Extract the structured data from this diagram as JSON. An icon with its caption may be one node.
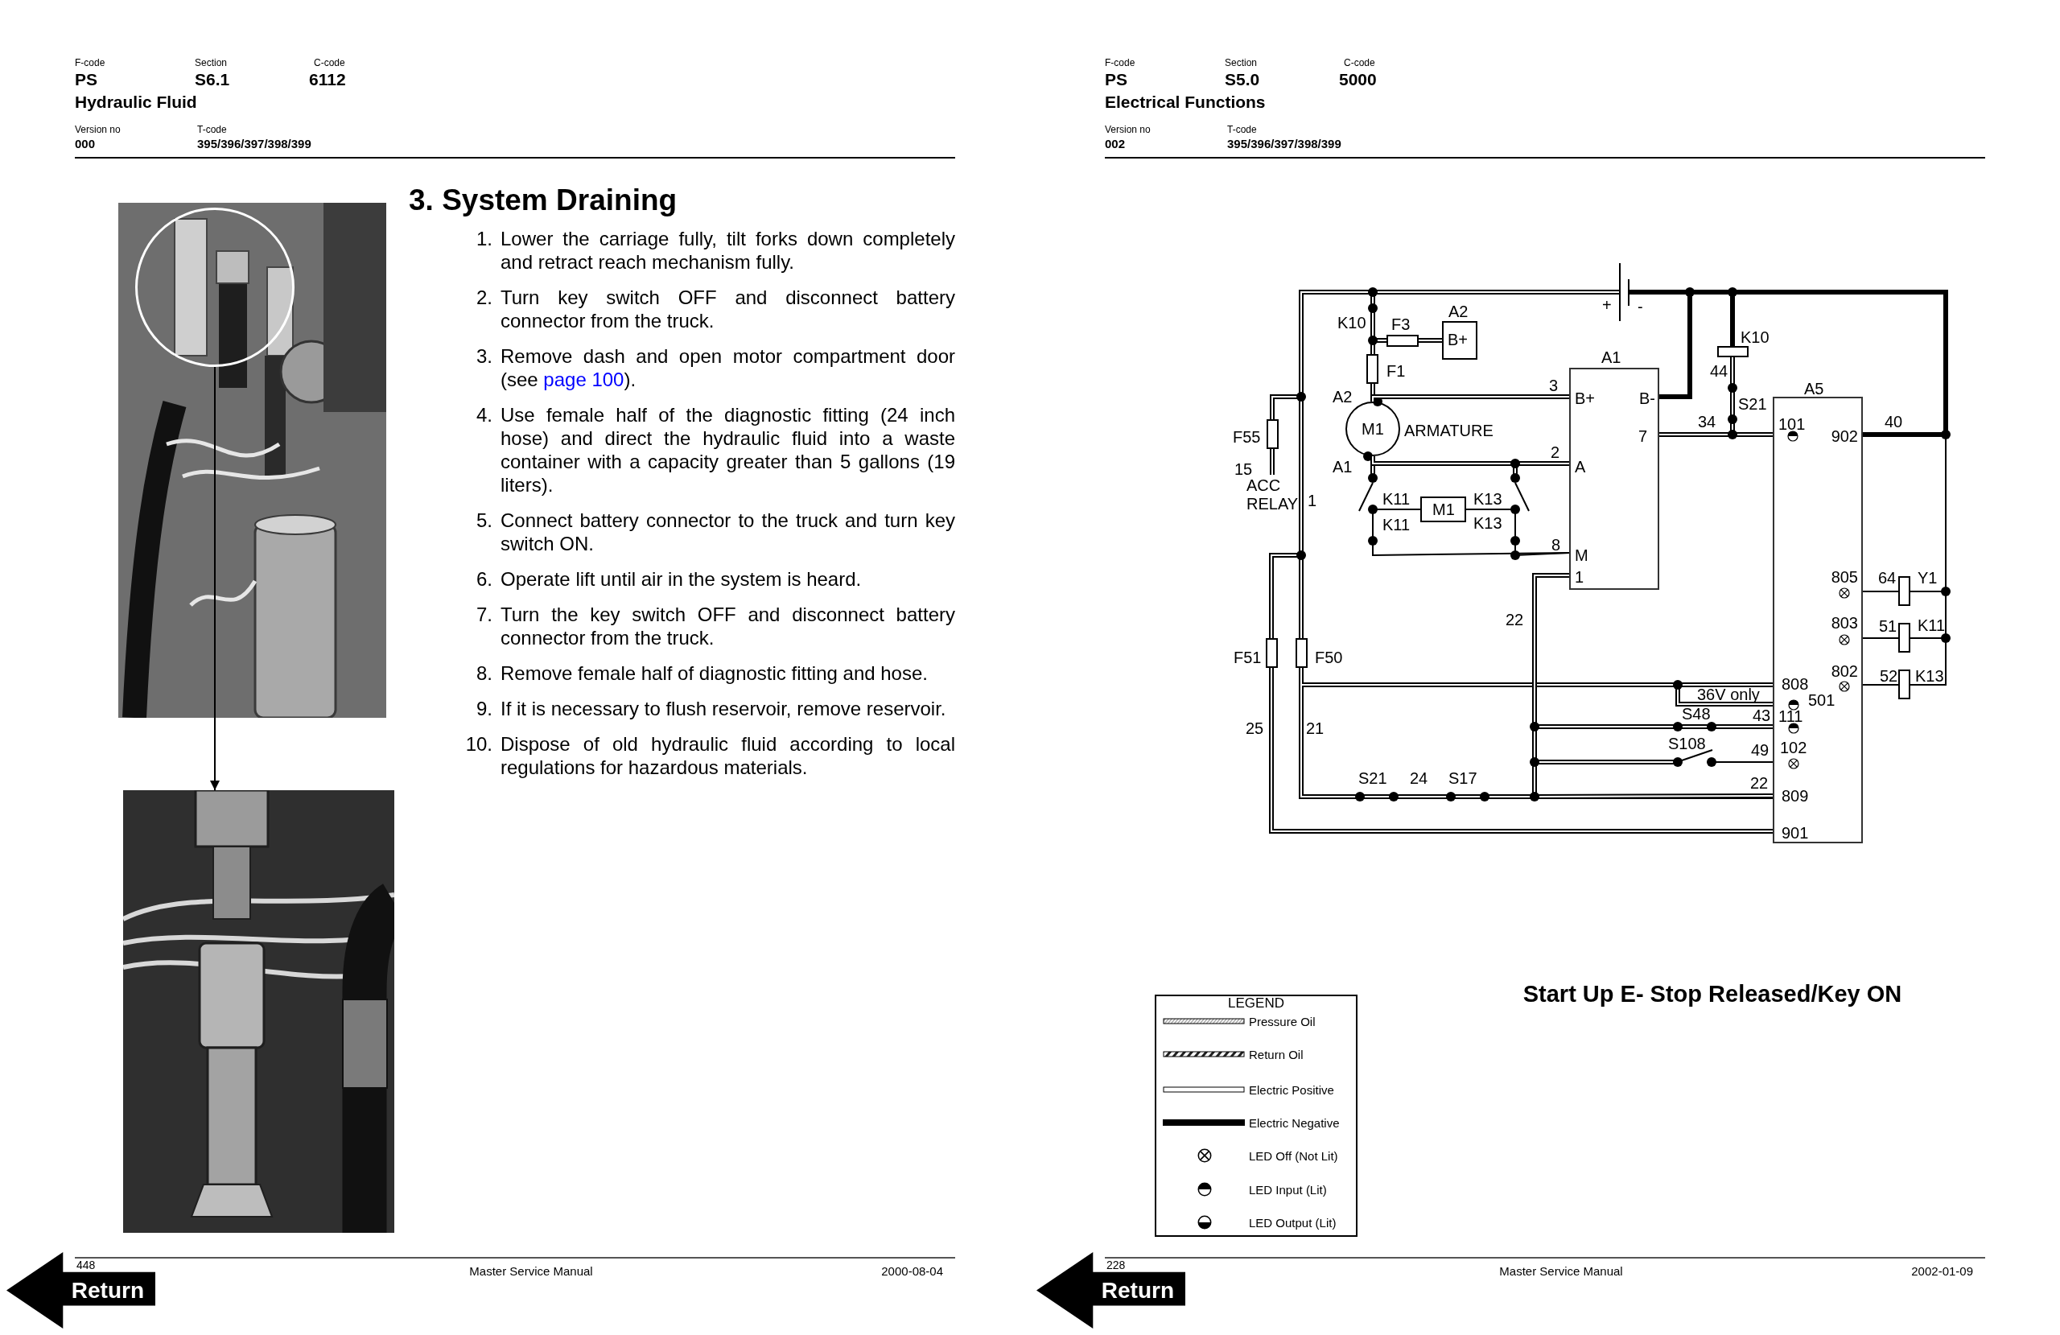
{
  "diagram": {
    "nodes": [
      {
        "text": [],
        "shape": "picture"
      },
      {
        "text": [],
        "shape": "circle",
        "in": 0
      },
      {
        "text": [],
        "shape": "picture"
      },
      {
        "text": [
          "A2",
          "B+"
        ]
      },
      {
        "text": [
          "M1"
        ],
        "beside": [
          "ARMATURE"
        ]
      },
      {
        "text": [
          "A1",
          "B+",
          "B-",
          "7",
          "A",
          "M",
          "1"
        ]
      },
      {
        "text": [
          "M1"
        ]
      },
      {
        "text": [
          "A5",
          "101",
          "902",
          "805",
          "803",
          "802",
          "808",
          "501",
          "111",
          "102",
          "809",
          "901"
        ]
      }
    ],
    "edges": [
      {
        "from": 1,
        "to": 2,
        "arrow": "to"
      },
      {
        "from": 4,
        "to": 5,
        "arrow": "other",
        "label": "3"
      },
      {
        "from": 4,
        "to": 5,
        "arrow": "other",
        "label": "2"
      },
      {
        "from": 5,
        "to": 7,
        "arrow": "none",
        "label": "34"
      },
      {
        "from": 5,
        "to": 7,
        "arrow": "none"
      },
      {
        "from": 6,
        "to": 5,
        "arrow": "none"
      },
      {
        "from": 6,
        "to": 5,
        "arrow": "none"
      }
    ],
    "labels": [
      "F-code",
      "Section",
      "C-code",
      "PS",
      "S6.1",
      "6112",
      "Hydraulic Fluid",
      "Version no",
      "T-code",
      "000",
      "395/396/397/398/399",
      "F-code",
      "Section",
      "C-code",
      "PS",
      "S5.0",
      "5000",
      "Electrical Functions",
      "Version no",
      "T-code",
      "002",
      "395/396/397/398/399",
      "3. System Draining",
      "1.",
      "Lower the carriage fully, tilt forks down completely and retract reach mechanism fully.",
      "2.",
      "Turn key switch OFF and disconnect battery connector from the truck.",
      "3.",
      "Remove dash and open motor compartment door (see *page 100*).",
      "4.",
      "Use female half of the diagnostic fitting (24 inch hose) and direct the hydraulic fluid into a waste container with a capacity greater than 5 gallons (19 liters).",
      "5.",
      "Connect battery connector to the truck and turn key switch ON.",
      "6.",
      "Operate lift until air in the system is heard.",
      "7.",
      "Turn the key switch OFF and disconnect battery connector from the truck.",
      "8.",
      "Remove female half of diagnostic fitting and hose.",
      "9.",
      "If it is necessary to flush reservoir, remove reservoir.",
      "10.",
      "Dispose of old hydraulic fluid according to local regulations for hazardous materials.",
      "+",
      "-",
      "K10",
      "F3",
      "K10",
      "F1",
      "44",
      "A2",
      "S21",
      "40",
      "F55",
      "15",
      "A1",
      "ACC",
      "RELAY",
      "1",
      "K11",
      "K13",
      "K11",
      "K13",
      "8",
      "64",
      "Y1",
      "22",
      "51",
      "K11",
      "F51",
      "F50",
      "52",
      "K13",
      "36V only",
      "S48",
      "43",
      "25",
      "21",
      "S108",
      "49",
      "S21",
      "24",
      "S17",
      "22",
      "LEGEND",
      "Start Up E- Stop Released/Key ON",
      "448",
      "Return",
      "Master Service Manual",
      "2000-08-04",
      "228",
      "Return",
      "Master Service Manual",
      "2002-01-09"
    ],
    "legend": [
      {
        "text": "Pressure Oil"
      },
      {
        "text": "Return Oil"
      },
      {
        "text": "Electric Positive"
      },
      {
        "text": "Electric Negative"
      },
      {
        "text": "LED Off (Not Lit)"
      },
      {
        "text": "LED Input (Lit)"
      },
      {
        "text": "LED Output (Lit)"
      }
    ]
  }
}
